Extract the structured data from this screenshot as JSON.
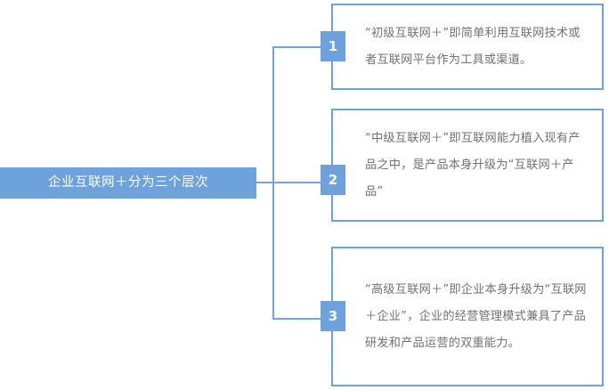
{
  "diagram": {
    "type": "tree-branch-diagram",
    "colors": {
      "accent": "#6da2dc",
      "line": "#72a4dd",
      "card_border": "#6da2dc",
      "card_background": "#ffffff",
      "body_text": "#727272",
      "root_text": "#ffffff",
      "badge_text": "#ffffff",
      "page_background": "#ffffff"
    },
    "root": {
      "label": "企业互联网＋分为三个层次"
    },
    "branches": [
      {
        "number": "1",
        "text": "“初级互联网＋”即简单利用互联网技术或者互联网平台作为工具或渠道。"
      },
      {
        "number": "2",
        "text": "“中级互联网＋”即互联网能力植入现有产品之中，是产品本身升级为“互联网＋产品”"
      },
      {
        "number": "3",
        "text": "“高级互联网＋”即企业本身升级为“互联网＋企业”，企业的经营管理模式兼具了产品研发和产品运营的双重能力。"
      }
    ]
  }
}
